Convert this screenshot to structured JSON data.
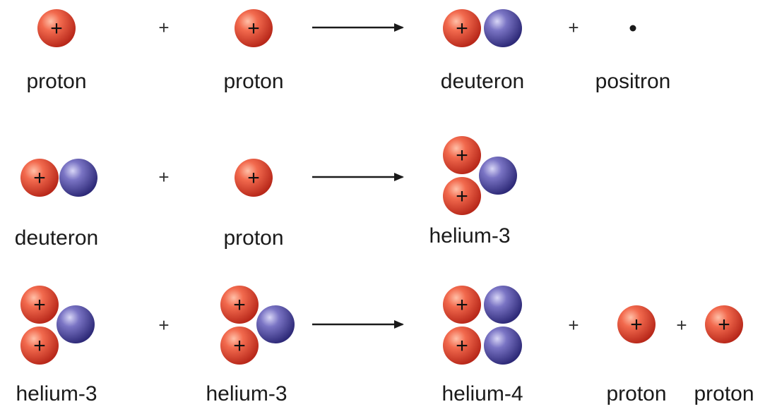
{
  "colors": {
    "proton_light": "#ff9a80",
    "proton_mid": "#f0553a",
    "proton_dark": "#b8281a",
    "neutron_light": "#c8c8f0",
    "neutron_mid": "#6a64b8",
    "neutron_dark": "#2e2a78",
    "arrow": "#1a1a1a"
  },
  "symbols": {
    "plus": "+",
    "proton_charge": "+"
  },
  "reactions": [
    {
      "reactants": [
        "proton",
        "proton"
      ],
      "products": [
        "deuteron",
        "positron"
      ]
    },
    {
      "reactants": [
        "deuteron",
        "proton"
      ],
      "products": [
        "helium-3"
      ]
    },
    {
      "reactants": [
        "helium-3",
        "helium-3"
      ],
      "products": [
        "helium-4",
        "proton",
        "proton"
      ]
    }
  ]
}
